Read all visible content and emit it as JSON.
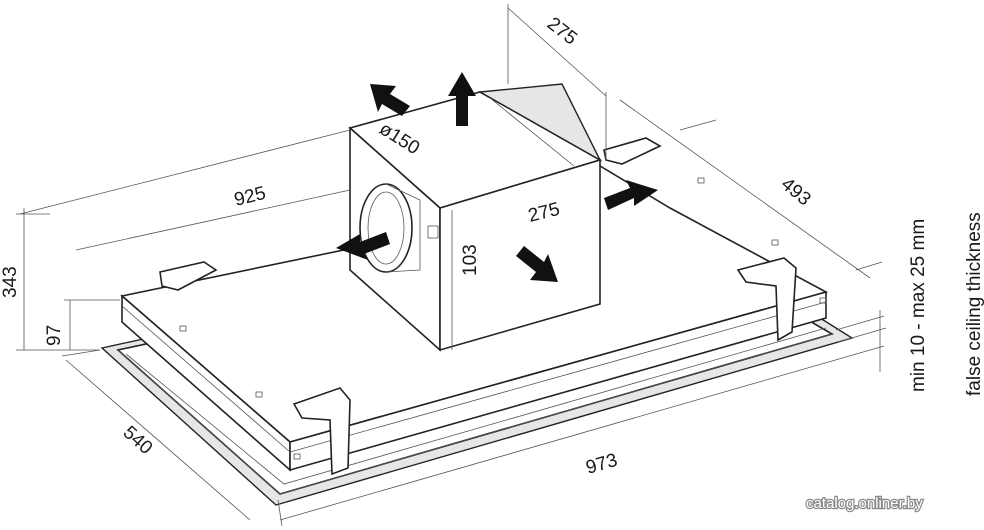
{
  "dimensions": {
    "length_top": "925",
    "height_total": "343",
    "height_body": "97",
    "depth_frame": "540",
    "length_frame": "973",
    "motor_top": "275",
    "motor_front": "275",
    "motor_height": "103",
    "motor_outlet": "ø150",
    "depth_top": "493"
  },
  "side_notes": {
    "line1": "false ceiling thickness",
    "line2": "min 10 - max 25 mm"
  },
  "watermark": "catalog.onliner.by",
  "colors": {
    "line": "#222222",
    "arrow": "#111111",
    "panel": "#e6e6e6"
  }
}
